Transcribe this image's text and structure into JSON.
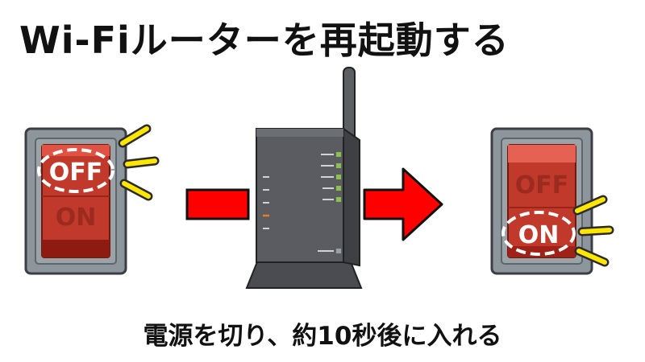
{
  "title": "Wi-Fiルーターを再起動する",
  "caption": "電源を切り、約10秒後に入れる",
  "switch_left": {
    "label_top": "OFF",
    "label_bottom": "ON",
    "highlighted": "OFF"
  },
  "switch_right": {
    "label_top": "OFF",
    "label_bottom": "ON",
    "highlighted": "ON"
  },
  "colors": {
    "panel_frame": "#8c969c",
    "switch_red": "#c0392b",
    "switch_dark_red": "#8e1b12",
    "arrow_red": "#ff0000",
    "router_body": "#55575c",
    "led_green": "#8bc34a",
    "led_orange": "#e67e22",
    "accent_yellow": "#ffe600"
  },
  "icons": [
    "rocker-switch-off-icon",
    "router-icon",
    "rocker-switch-on-icon",
    "arrow-right-icon"
  ]
}
